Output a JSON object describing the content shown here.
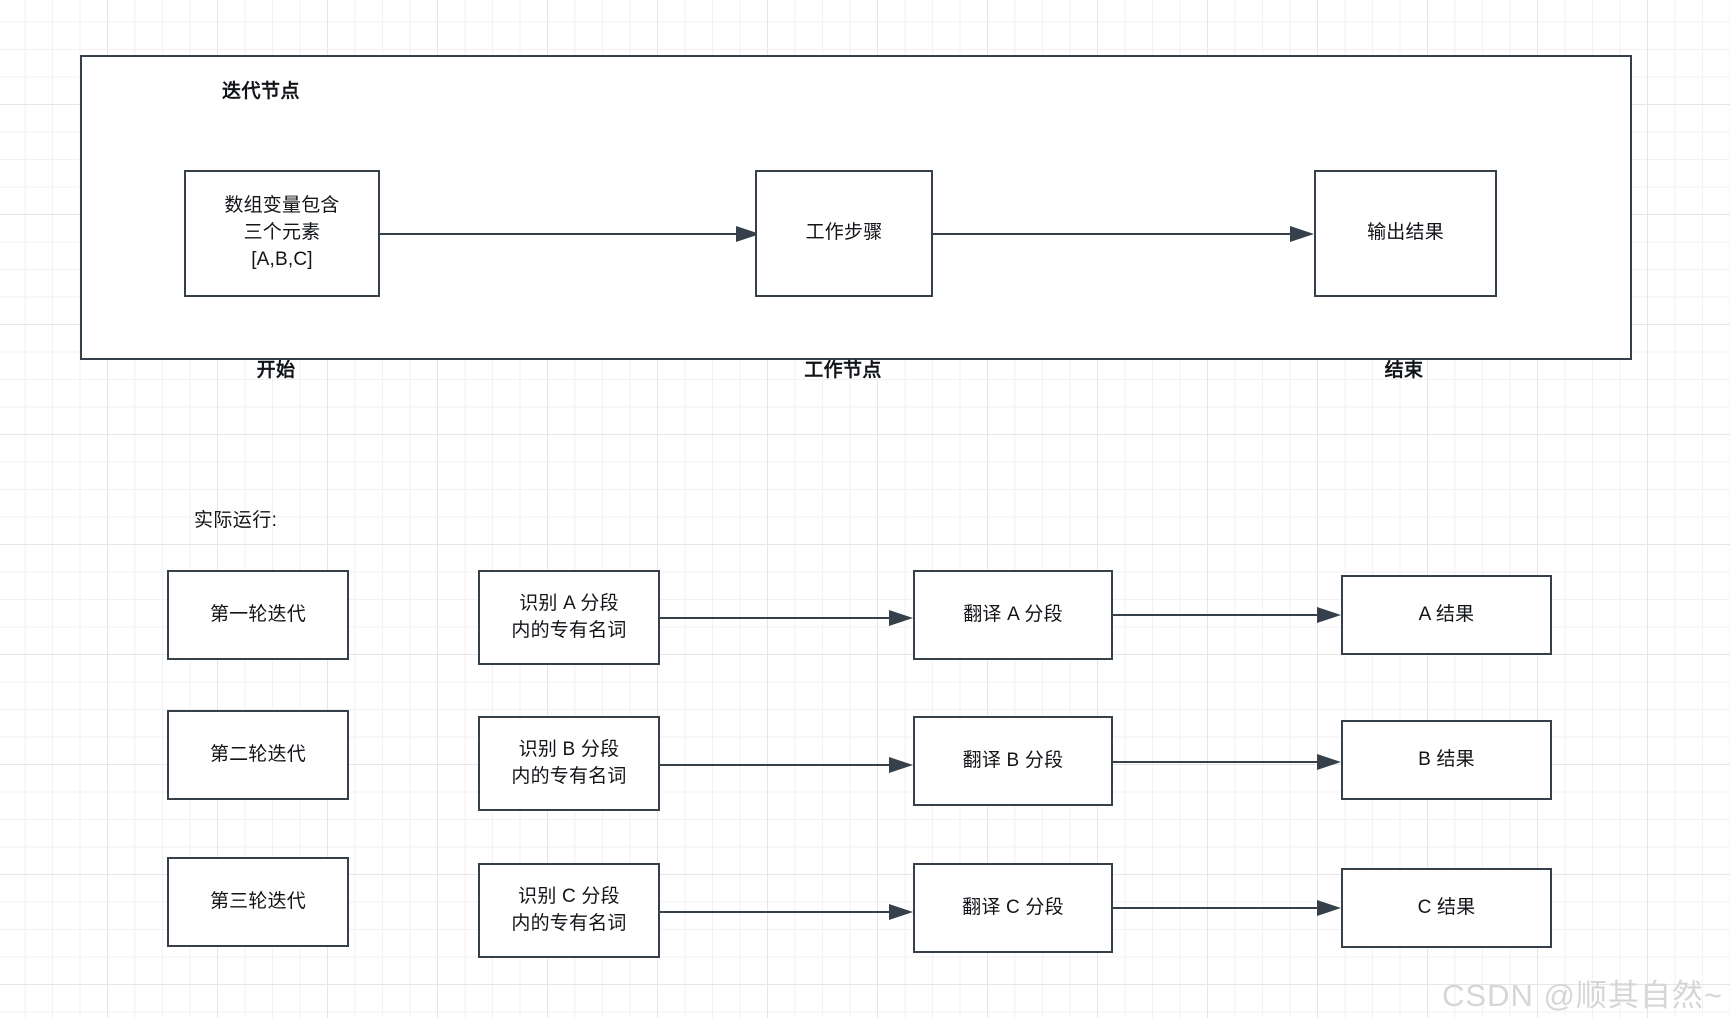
{
  "diagram": {
    "top_frame": {
      "title": "迭代节点",
      "nodes": [
        {
          "id": "start-node",
          "text": "数组变量包含\n三个元素\n[A,B,C]",
          "caption": "开始"
        },
        {
          "id": "work-node",
          "text": "工作步骤",
          "caption": "工作节点"
        },
        {
          "id": "end-node",
          "text": "输出结果",
          "caption": "结束"
        }
      ]
    },
    "runtime_section": {
      "label": "实际运行:",
      "rows": [
        {
          "iteration": "第一轮迭代",
          "identify": "识别 A 分段\n内的专有名词",
          "translate": "翻译 A 分段",
          "result": "A 结果"
        },
        {
          "iteration": "第二轮迭代",
          "identify": "识别 B 分段\n内的专有名词",
          "translate": "翻译 B 分段",
          "result": "B 结果"
        },
        {
          "iteration": "第三轮迭代",
          "identify": "识别 C 分段\n内的专有名词",
          "translate": "翻译 C 分段",
          "result": "C 结果"
        }
      ]
    },
    "watermark": "CSDN @顺其自然~",
    "colors": {
      "stroke": "#36404a",
      "text": "#111418",
      "canvas": "#ffffff",
      "grid_minor": "#f2f2f2",
      "grid_major": "#e6e6e6",
      "watermark": "#d6d6d8"
    }
  }
}
